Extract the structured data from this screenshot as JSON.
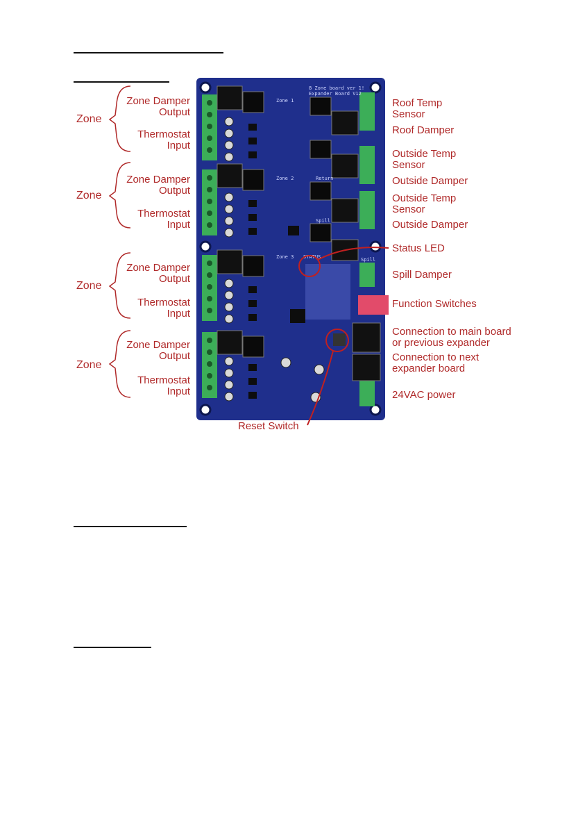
{
  "board": {
    "silkscreen_title_1": "8 Zone board ver 1!",
    "silkscreen_title_2": "Expander Board V12",
    "zone_labels": [
      "Zone 1",
      "Zone 2",
      "Zone 3"
    ],
    "right_labels": [
      "Return",
      "Spill",
      "STATUS"
    ],
    "spill_header": "Spill"
  },
  "zone_groups": [
    {
      "zone": "Zone",
      "damper": "Zone Damper\nOutput",
      "thermostat": "Thermostat\nInput"
    },
    {
      "zone": "Zone",
      "damper": "Zone Damper\nOutput",
      "thermostat": "Thermostat\nInput"
    },
    {
      "zone": "Zone",
      "damper": "Zone Damper\nOutput",
      "thermostat": "Thermostat\nInput"
    },
    {
      "zone": "Zone",
      "damper": "Zone Damper\nOutput",
      "thermostat": "Thermostat\nInput"
    }
  ],
  "right_annotations": {
    "roof_temp": "Roof Temp\nSensor",
    "roof_damper": "Roof Damper",
    "outside_temp_1": "Outside Temp\nSensor",
    "outside_damper_1": "Outside Damper",
    "outside_temp_2": "Outside Temp\nSensor",
    "outside_damper_2": "Outside Damper",
    "status_led": "Status LED",
    "spill_damper": "Spill Damper",
    "function_switches": "Function Switches",
    "main_connection": "Connection to main board\nor previous expander",
    "next_connection": "Connection to next\nexpander board",
    "power": "24VAC power"
  },
  "bottom_annotations": {
    "reset_switch": "Reset Switch"
  },
  "colors": {
    "annotation": "#b02a2a",
    "board": "#1f2f8c",
    "terminal": "#3cae58"
  }
}
